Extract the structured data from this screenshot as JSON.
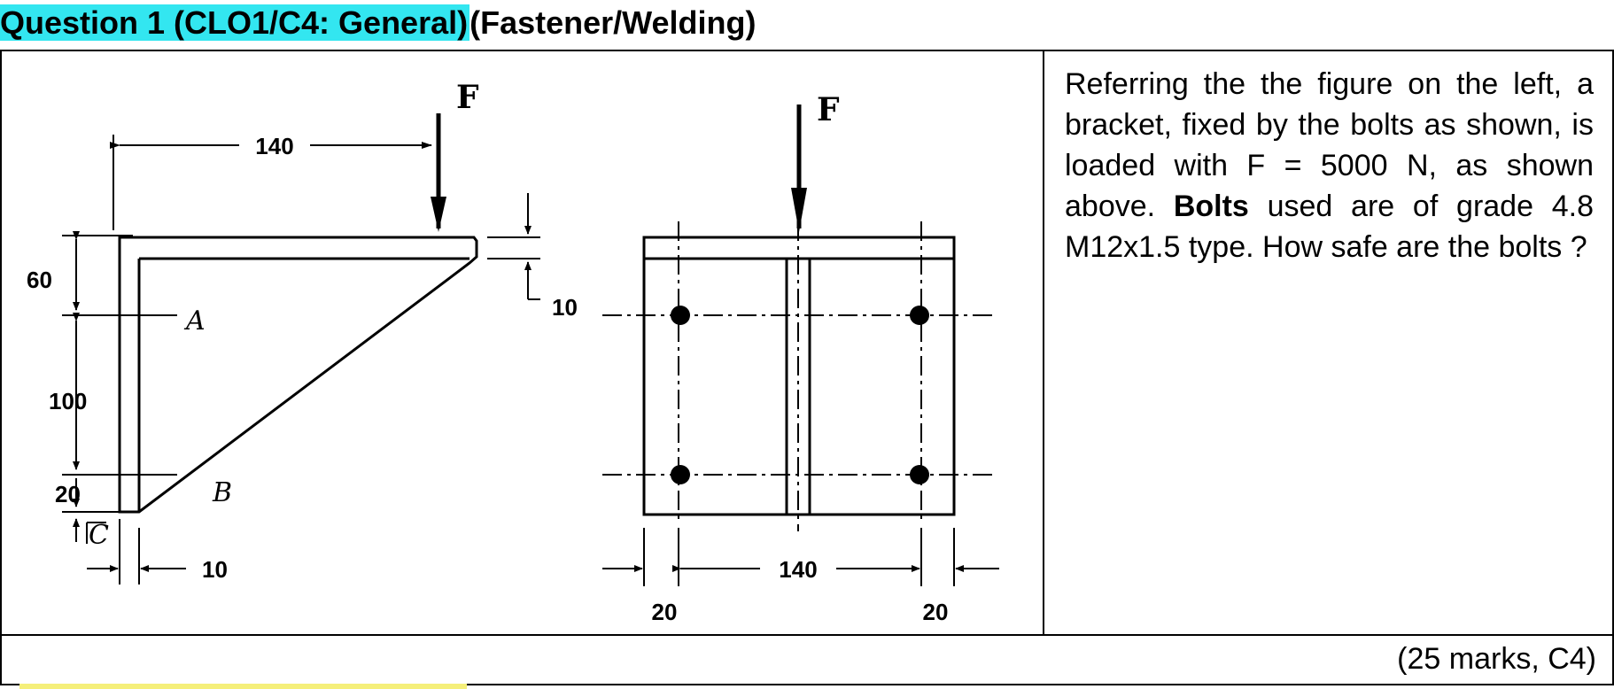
{
  "heading": {
    "highlighted": "Question 1 (CLO1/C4: General)",
    "rest": "(Fastener/Welding)"
  },
  "figure": {
    "force_left": "F",
    "force_right": "F",
    "dim_140_top": "140",
    "dim_60": "60",
    "dim_100": "100",
    "dim_20_left": "20",
    "dim_10_bottom": "10",
    "dim_10_flange": "10",
    "label_A": "A",
    "label_B": "B",
    "label_C": "C",
    "dim_140_bottom": "140",
    "dim_20_bl": "20",
    "dim_20_br": "20"
  },
  "question": {
    "text_1": "Referring the the figure on the left, a bracket, fixed by the bolts as shown, is loaded with F = 5000 N, as shown above.",
    "bold": "Bolts",
    "text_2": " used are of grade 4.8 M12x1.5 type. How safe are the bolts ?"
  },
  "marks": "(25 marks, C4)",
  "colors": {
    "highlight": "#33e6f0",
    "underline_strip": "#f5ef7a"
  }
}
